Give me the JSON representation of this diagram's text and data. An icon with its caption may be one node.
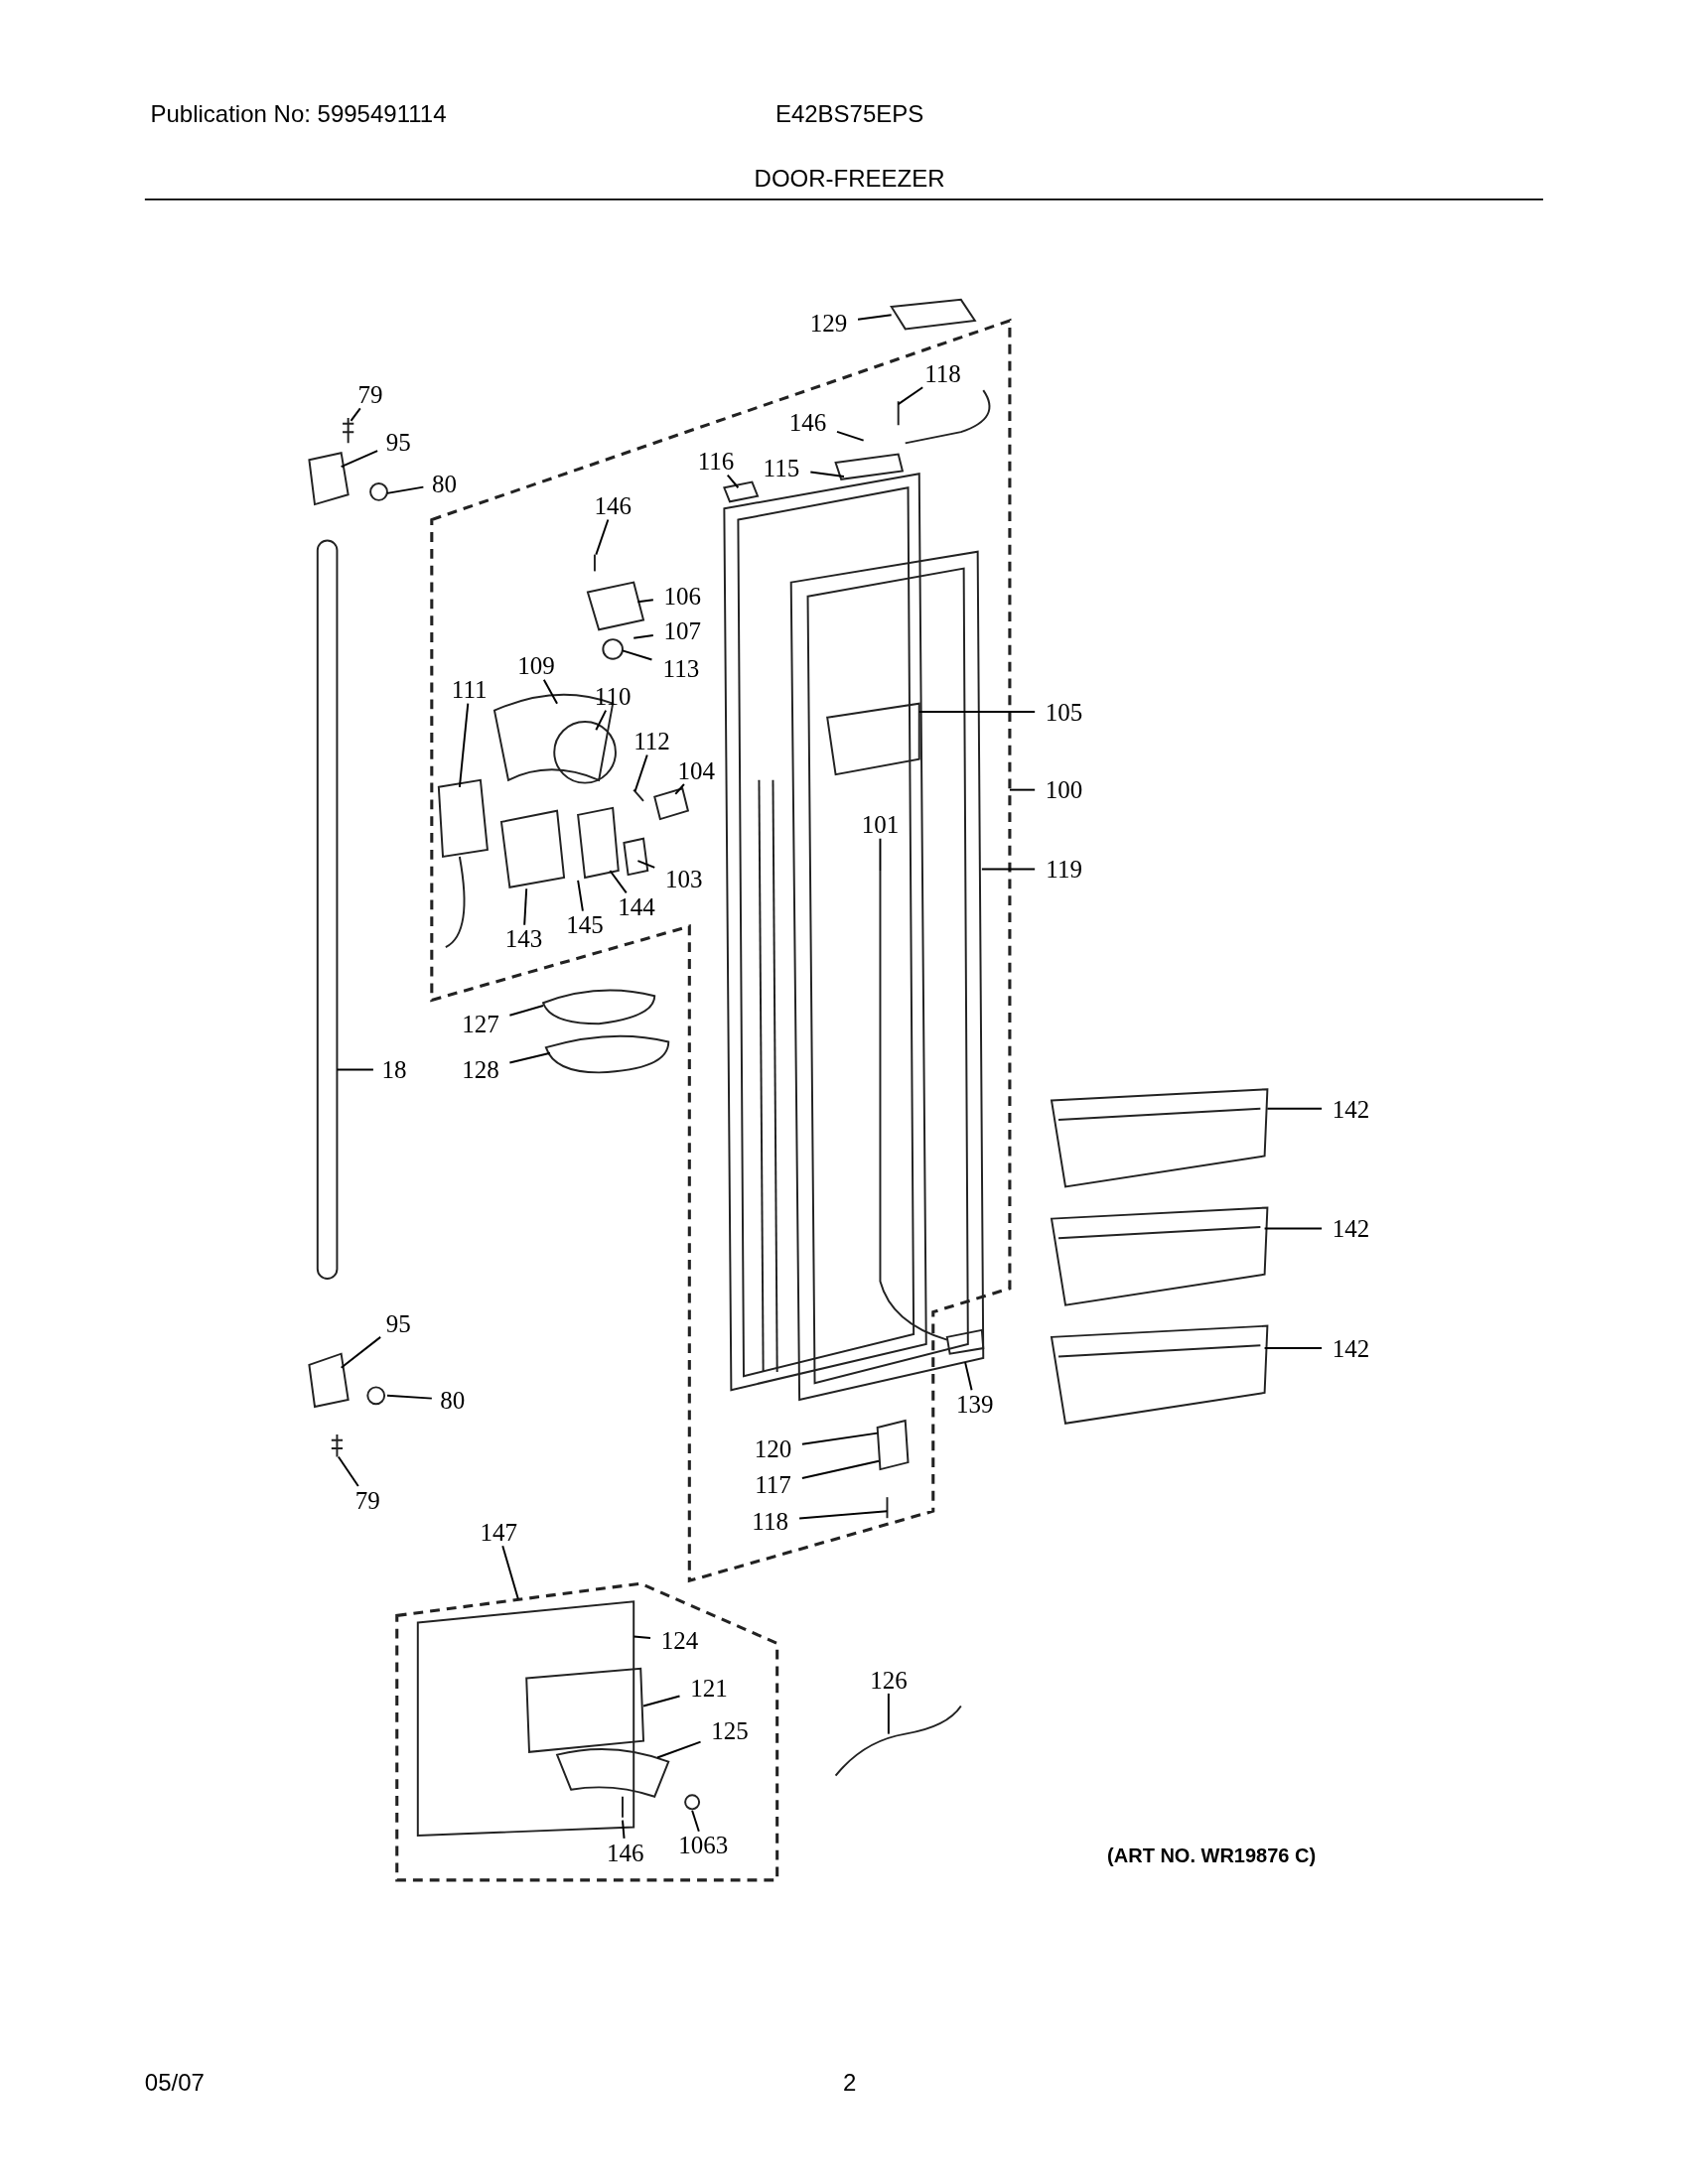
{
  "diagram": {
    "title": "DOOR-FREEZER",
    "nodes": [
      {
        "text": [
          "129"
        ]
      },
      {
        "text": [
          "118"
        ]
      },
      {
        "text": [
          "146"
        ]
      },
      {
        "text": [
          "115"
        ]
      },
      {
        "text": [
          "116"
        ]
      },
      {
        "text": [
          "79"
        ]
      },
      {
        "text": [
          "95"
        ]
      },
      {
        "text": [
          "80"
        ]
      },
      {
        "text": [
          "146"
        ]
      },
      {
        "text": [
          "106"
        ]
      },
      {
        "text": [
          "107"
        ]
      },
      {
        "text": [
          "113"
        ]
      },
      {
        "text": [
          "109"
        ]
      },
      {
        "text": [
          "111"
        ]
      },
      {
        "text": [
          "110"
        ]
      },
      {
        "text": [
          "112"
        ]
      },
      {
        "text": [
          "104"
        ]
      },
      {
        "text": [
          "105"
        ]
      },
      {
        "text": [
          "100"
        ]
      },
      {
        "text": [
          "119"
        ]
      },
      {
        "text": [
          "101"
        ]
      },
      {
        "text": [
          "103"
        ]
      },
      {
        "text": [
          "144"
        ]
      },
      {
        "text": [
          "145"
        ]
      },
      {
        "text": [
          "143"
        ]
      },
      {
        "text": [
          "127"
        ]
      },
      {
        "text": [
          "128"
        ]
      },
      {
        "text": [
          "18"
        ]
      },
      {
        "text": [
          "142"
        ]
      },
      {
        "text": [
          "142"
        ]
      },
      {
        "text": [
          "142"
        ]
      },
      {
        "text": [
          "95"
        ]
      },
      {
        "text": [
          "80"
        ]
      },
      {
        "text": [
          "79"
        ]
      },
      {
        "text": [
          "139"
        ]
      },
      {
        "text": [
          "120"
        ]
      },
      {
        "text": [
          "117"
        ]
      },
      {
        "text": [
          "118"
        ]
      },
      {
        "text": [
          "147"
        ]
      },
      {
        "text": [
          "124"
        ]
      },
      {
        "text": [
          "121"
        ]
      },
      {
        "text": [
          "125"
        ]
      },
      {
        "text": [
          "126"
        ]
      },
      {
        "text": [
          "146"
        ]
      },
      {
        "text": [
          "1063"
        ]
      },
      {
        "text": [],
        "shape": "circle"
      },
      {
        "text": [],
        "shape": "circle"
      },
      {
        "text": [],
        "shape": "box"
      }
    ],
    "edges": [
      {
        "from": 0,
        "to": null,
        "arrow": "none"
      },
      {
        "from": 1,
        "to": null,
        "arrow": "none"
      },
      {
        "from": 2,
        "to": null,
        "arrow": "none"
      },
      {
        "from": 3,
        "to": null,
        "arrow": "none"
      },
      {
        "from": 4,
        "to": null,
        "arrow": "none"
      },
      {
        "from": 5,
        "to": null,
        "arrow": "none"
      },
      {
        "from": 6,
        "to": null,
        "arrow": "none"
      },
      {
        "from": 7,
        "to": 45,
        "arrow": "none"
      },
      {
        "from": 8,
        "to": null,
        "arrow": "none"
      },
      {
        "from": 9,
        "to": null,
        "arrow": "none"
      },
      {
        "from": 10,
        "to": null,
        "arrow": "none"
      },
      {
        "from": 11,
        "to": 46,
        "arrow": "none"
      },
      {
        "from": 12,
        "to": null,
        "arrow": "none"
      },
      {
        "from": 13,
        "to": null,
        "arrow": "none"
      },
      {
        "from": 14,
        "to": null,
        "arrow": "none"
      },
      {
        "from": 15,
        "to": null,
        "arrow": "none"
      },
      {
        "from": 16,
        "to": null,
        "arrow": "none"
      },
      {
        "from": 17,
        "to": null,
        "arrow": "none"
      },
      {
        "from": 18,
        "to": null,
        "arrow": "none"
      },
      {
        "from": 19,
        "to": null,
        "arrow": "none"
      },
      {
        "from": 20,
        "to": null,
        "arrow": "none"
      },
      {
        "from": 21,
        "to": null,
        "arrow": "none"
      },
      {
        "from": 22,
        "to": null,
        "arrow": "none"
      },
      {
        "from": 23,
        "to": null,
        "arrow": "none"
      },
      {
        "from": 24,
        "to": null,
        "arrow": "none"
      },
      {
        "from": 25,
        "to": null,
        "arrow": "none"
      },
      {
        "from": 26,
        "to": null,
        "arrow": "none"
      },
      {
        "from": 27,
        "to": null,
        "arrow": "none"
      },
      {
        "from": 28,
        "to": null,
        "arrow": "none"
      },
      {
        "from": 29,
        "to": null,
        "arrow": "none"
      },
      {
        "from": 30,
        "to": null,
        "arrow": "none"
      },
      {
        "from": 31,
        "to": null,
        "arrow": "none"
      },
      {
        "from": 32,
        "to": null,
        "arrow": "none"
      },
      {
        "from": 33,
        "to": null,
        "arrow": "none"
      },
      {
        "from": 34,
        "to": null,
        "arrow": "none"
      },
      {
        "from": 35,
        "to": 47,
        "arrow": "none"
      },
      {
        "from": 36,
        "to": 47,
        "arrow": "none"
      },
      {
        "from": 37,
        "to": null,
        "arrow": "none"
      },
      {
        "from": 38,
        "to": null,
        "arrow": "none"
      },
      {
        "from": 39,
        "to": null,
        "arrow": "none"
      },
      {
        "from": 40,
        "to": null,
        "arrow": "none"
      },
      {
        "from": 41,
        "to": null,
        "arrow": "none"
      },
      {
        "from": 42,
        "to": null,
        "arrow": "none"
      },
      {
        "from": 43,
        "to": null,
        "arrow": "none"
      },
      {
        "from": 44,
        "to": null,
        "arrow": "none"
      }
    ],
    "labels": [
      "Publication No: 5995491114",
      "E42BS75EPS",
      "(ART NO. WR19876 C)",
      "05/07",
      "2"
    ]
  }
}
